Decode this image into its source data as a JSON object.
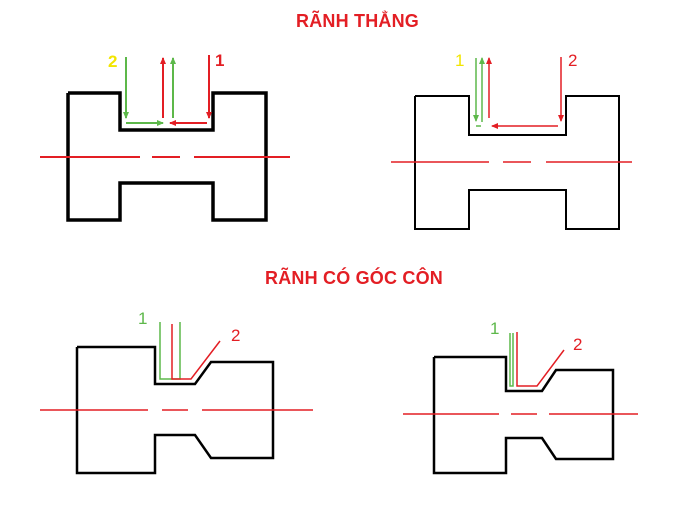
{
  "titles": {
    "straight_groove": "RÃNH THẲNG",
    "tapered_groove": "RÃNH CÓ GÓC CÔN"
  },
  "colors": {
    "outline": "#000000",
    "centerline": "#e31e24",
    "pass_red": "#e31e24",
    "pass_green": "#5db84a",
    "label_yellow": "#f2e500",
    "title": "#e31e24"
  },
  "figures": [
    {
      "id": "straight-groove-thick",
      "section": "straight_groove",
      "labels": [
        {
          "text": "2",
          "color": "yellow"
        },
        {
          "text": "1",
          "color": "red"
        }
      ]
    },
    {
      "id": "straight-groove-thin",
      "section": "straight_groove",
      "labels": [
        {
          "text": "1",
          "color": "yellow"
        },
        {
          "text": "2",
          "color": "red"
        }
      ]
    },
    {
      "id": "tapered-groove-left",
      "section": "tapered_groove",
      "labels": [
        {
          "text": "1",
          "color": "green"
        },
        {
          "text": "2",
          "color": "red"
        }
      ]
    },
    {
      "id": "tapered-groove-right",
      "section": "tapered_groove",
      "labels": [
        {
          "text": "1",
          "color": "green"
        },
        {
          "text": "2",
          "color": "red"
        }
      ]
    }
  ]
}
